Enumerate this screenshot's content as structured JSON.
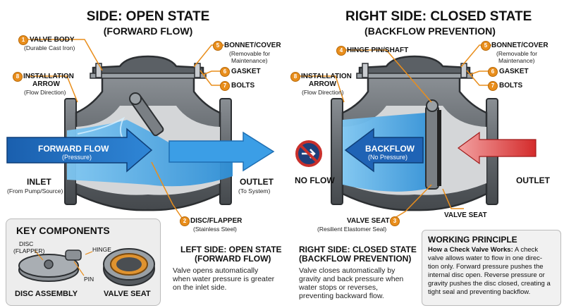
{
  "left": {
    "title": "SIDE: OPEN STATE",
    "subtitle": "(FORWARD FLOW)",
    "forward_flow": "FORWARD FLOW",
    "forward_sub": "(Pressure)",
    "inlet": "INLET",
    "inlet_sub": "(From Pump/Source)",
    "outlet": "OUTLET",
    "outlet_sub": "(To System)"
  },
  "right": {
    "title": "RIGHT SIDE: CLOSED STATE",
    "subtitle": "(BACKFLOW PREVENTION)",
    "backflow": "BACKFLOW",
    "backflow_sub": "(No Pressure)",
    "no_flow": "NO FLOW",
    "outlet": "OUTLET",
    "valve_seat_label": "VALVE SEAT"
  },
  "callouts": {
    "c1_num": "1",
    "c1_label": "VALVE BODY",
    "c1_sub": "(Durable Cast Iron)",
    "c8_num": "8",
    "c8_label1": "INSTALLATION",
    "c8_label2": "ARROW",
    "c8_sub": "(Flow Direction)",
    "c5_num": "5",
    "c5_label": "BONNET/COVER",
    "c5_sub1": "(Removable for",
    "c5_sub2": "Maintenance)",
    "c6_num": "6",
    "c6_label": "GASKET",
    "c7_num": "7",
    "c7_label": "BOLTS",
    "c2_num": "2",
    "c2_label": "DISC/FLAPPER",
    "c2_sub": "(Stainless Steel)",
    "c4_num": "4",
    "c4_label": "HINGE PIN/SHAFT",
    "c3_num": "3",
    "c3_label": "VALVE SEAT",
    "c3_sub": "(Resilient Elastomer Seal)"
  },
  "key": {
    "title": "KEY COMPONENTS",
    "disc": "DISC",
    "flapper": "(FLAPPER)",
    "hinge": "HINGE",
    "pin": "PIN",
    "disc_assembly": "DISC ASSEMBLY",
    "valve_seat": "VALVE SEAT"
  },
  "left_desc": {
    "title1": "LEFT SIDE: OPEN STATE",
    "title2": "(FORWARD FLOW)",
    "line1": "Valve opens automatically",
    "line2": "when water pressure is greater",
    "line3": "on the inlet side."
  },
  "right_desc": {
    "title1": "RIGHT SIDE: CLOSED STATE",
    "title2": "(BACKFLOW PREVENTION)",
    "line1": "Valve closes automatically by",
    "line2": "gravity and back pressure when",
    "line3": "water stops or reverses,",
    "line4": "preventing backward flow."
  },
  "principle": {
    "title": "WORKING PRINCIPLE",
    "lead": "How a Check Valve Works:",
    "line1": " A check",
    "line2": "valve allows water to flow in one direc-",
    "line3": "tion only. Forward pressure pushes the",
    "line4": "internal disc open. Reverse pressure or",
    "line5": "gravity pushes the disc closed, creating a",
    "line6": "tight seal and preventing backflow."
  },
  "colors": {
    "orange": "#e98e1c",
    "water": "#3ea4e6",
    "water_dark": "#1769b8",
    "metal": "#6e7378",
    "metal_dark": "#3f4448",
    "red": "#d93333"
  }
}
